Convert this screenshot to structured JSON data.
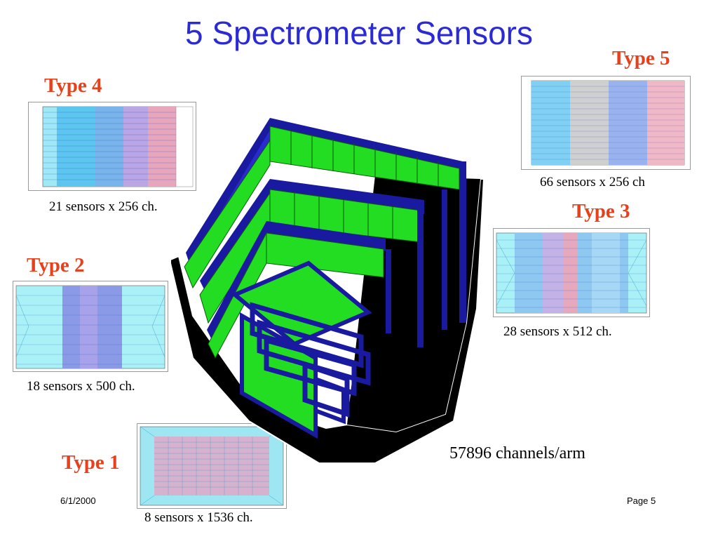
{
  "title": "5 Spectrometer Sensors",
  "sensors": [
    {
      "type": "Type 1",
      "caption": "8 sensors  x  1536 ch."
    },
    {
      "type": "Type 2",
      "caption": "18 sensors  x  500 ch."
    },
    {
      "type": "Type 3",
      "caption": "28 sensors  x  512 ch."
    },
    {
      "type": "Type 4",
      "caption": "21 sensors  x  256 ch."
    },
    {
      "type": "Type 5",
      "caption": "66 sensors  x  256 ch"
    }
  ],
  "channels_per_arm": "57896 channels/arm",
  "footer": {
    "date": "6/1/2000",
    "page": "Page 5"
  },
  "colors": {
    "title": "#2b2bd6",
    "type_label": "#e8401c",
    "frame_blue": "#1a1aa0",
    "panel_green": "#22dd22"
  }
}
